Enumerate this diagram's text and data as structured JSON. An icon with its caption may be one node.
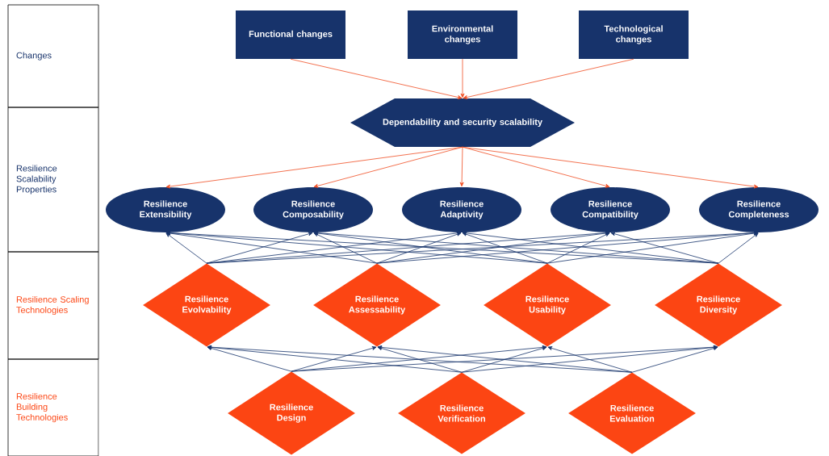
{
  "diagram": {
    "nodes": [
      {
        "text": [
          "Changes"
        ]
      },
      {
        "text": [
          "Resilience Scalability Properties"
        ]
      },
      {
        "text": [
          "Resilience Scaling Technologies"
        ]
      },
      {
        "text": [
          "Resilience Building Technologies"
        ]
      },
      {
        "text": [
          "Functional changes"
        ]
      },
      {
        "text": [
          "Environmental changes"
        ]
      },
      {
        "text": [
          "Technological changes"
        ]
      },
      {
        "text": [
          "Dependability and security scalability"
        ]
      },
      {
        "text": [
          "Resilience Extensibility"
        ]
      },
      {
        "text": [
          "Resilience Composability"
        ]
      },
      {
        "text": [
          "Resilience Adaptivity"
        ]
      },
      {
        "text": [
          "Resilience Compatibility"
        ]
      },
      {
        "text": [
          "Resilience Completeness"
        ]
      },
      {
        "text": [
          "Resilience Evolvability"
        ]
      },
      {
        "text": [
          "Resilience Assessability"
        ]
      },
      {
        "text": [
          "Resilience Usability"
        ]
      },
      {
        "text": [
          "Resilience Diversity"
        ]
      },
      {
        "text": [
          "Resilience Design"
        ]
      },
      {
        "text": [
          "Resilience Verification"
        ]
      },
      {
        "text": [
          "Resilience Evaluation"
        ]
      }
    ],
    "edges": [
      {
        "from": 4,
        "to": 7,
        "arrow": "to",
        "color": "#f04e23"
      },
      {
        "from": 5,
        "to": 7,
        "arrow": "to",
        "color": "#f04e23"
      },
      {
        "from": 6,
        "to": 7,
        "arrow": "to",
        "color": "#f04e23"
      },
      {
        "from": 7,
        "to": 8,
        "arrow": "to",
        "color": "#f04e23"
      },
      {
        "from": 7,
        "to": 9,
        "arrow": "to",
        "color": "#f04e23"
      },
      {
        "from": 7,
        "to": 10,
        "arrow": "to",
        "color": "#f04e23"
      },
      {
        "from": 7,
        "to": 11,
        "arrow": "to",
        "color": "#f04e23"
      },
      {
        "from": 7,
        "to": 12,
        "arrow": "to",
        "color": "#f04e23"
      },
      {
        "from": 13,
        "to": 8,
        "arrow": "to"
      },
      {
        "from": 13,
        "to": 9,
        "arrow": "to"
      },
      {
        "from": 13,
        "to": 10,
        "arrow": "to"
      },
      {
        "from": 13,
        "to": 11,
        "arrow": "to"
      },
      {
        "from": 13,
        "to": 12,
        "arrow": "to"
      },
      {
        "from": 14,
        "to": 8,
        "arrow": "to"
      },
      {
        "from": 14,
        "to": 9,
        "arrow": "to"
      },
      {
        "from": 14,
        "to": 10,
        "arrow": "to"
      },
      {
        "from": 14,
        "to": 11,
        "arrow": "to"
      },
      {
        "from": 14,
        "to": 12,
        "arrow": "to"
      },
      {
        "from": 15,
        "to": 8,
        "arrow": "to"
      },
      {
        "from": 15,
        "to": 9,
        "arrow": "to"
      },
      {
        "from": 15,
        "to": 10,
        "arrow": "to"
      },
      {
        "from": 15,
        "to": 11,
        "arrow": "to"
      },
      {
        "from": 15,
        "to": 12,
        "arrow": "to"
      },
      {
        "from": 16,
        "to": 8,
        "arrow": "to"
      },
      {
        "from": 16,
        "to": 9,
        "arrow": "to"
      },
      {
        "from": 16,
        "to": 10,
        "arrow": "to"
      },
      {
        "from": 16,
        "to": 11,
        "arrow": "to"
      },
      {
        "from": 16,
        "to": 12,
        "arrow": "to"
      },
      {
        "from": 17,
        "to": 13,
        "arrow": "to"
      },
      {
        "from": 17,
        "to": 14,
        "arrow": "to"
      },
      {
        "from": 17,
        "to": 15,
        "arrow": "to"
      },
      {
        "from": 17,
        "to": 16,
        "arrow": "to"
      },
      {
        "from": 18,
        "to": 13,
        "arrow": "to"
      },
      {
        "from": 18,
        "to": 14,
        "arrow": "to"
      },
      {
        "from": 18,
        "to": 15,
        "arrow": "to"
      },
      {
        "from": 18,
        "to": 16,
        "arrow": "to"
      },
      {
        "from": 19,
        "to": 13,
        "arrow": "to"
      },
      {
        "from": 19,
        "to": 14,
        "arrow": "to"
      },
      {
        "from": 19,
        "to": 15,
        "arrow": "to"
      },
      {
        "from": 19,
        "to": 16,
        "arrow": "to"
      }
    ]
  }
}
